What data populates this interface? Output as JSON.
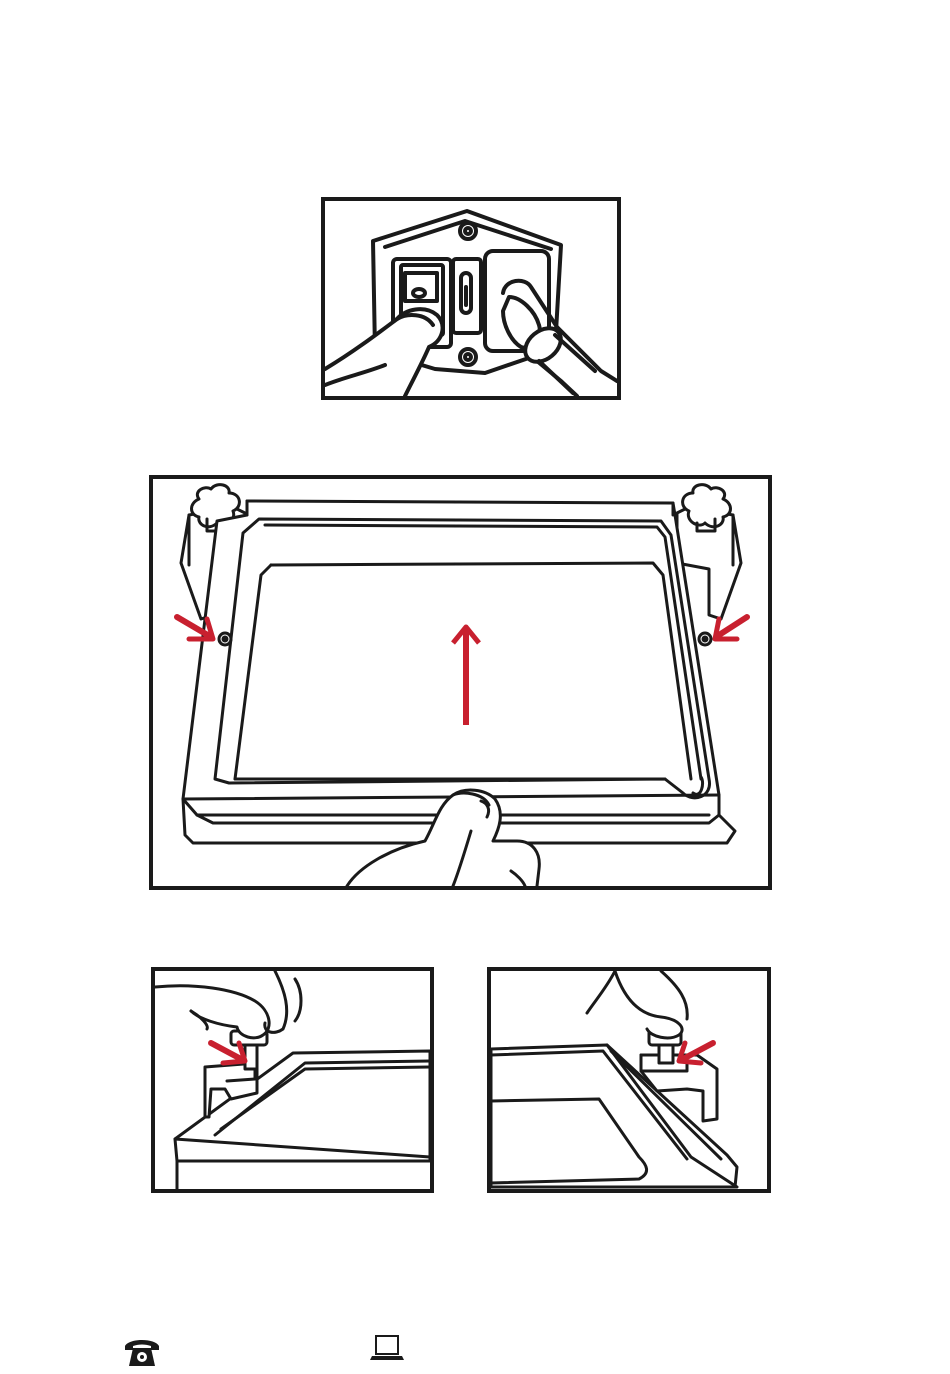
{
  "document": {
    "panels": [
      {
        "id": "power-switch",
        "icon": "power-switch-illustration"
      },
      {
        "id": "resin-vat-removal",
        "icon": "resin-vat-illustration"
      },
      {
        "id": "left-thumbscrew",
        "icon": "thumbscrew-left-illustration"
      },
      {
        "id": "right-thumbscrew",
        "icon": "thumbscrew-right-illustration"
      }
    ],
    "footer": {
      "phone_icon": "phone-icon",
      "laptop_icon": "laptop-icon"
    },
    "colors": {
      "line": "#1a1a1a",
      "accent": "#c8202f"
    }
  }
}
